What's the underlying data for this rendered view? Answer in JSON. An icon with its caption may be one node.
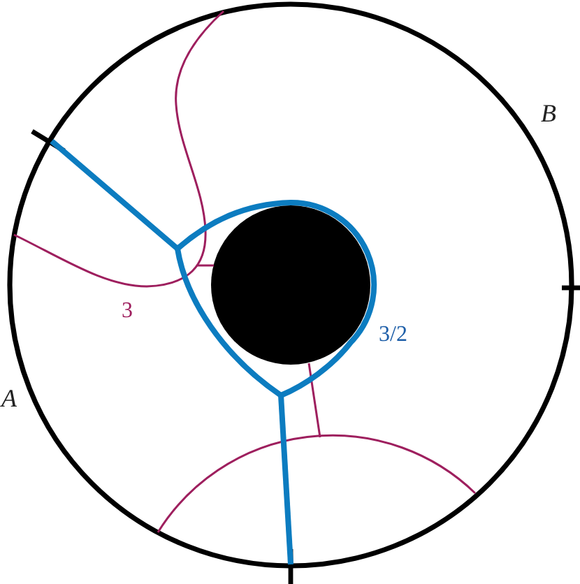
{
  "diagram": {
    "labels": [
      "B",
      "3",
      "3/2",
      "A"
    ]
  }
}
